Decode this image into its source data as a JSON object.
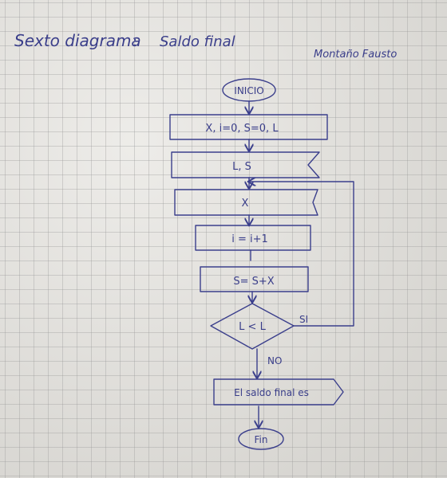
{
  "header": {
    "title": "Sexto diagrama",
    "separator": ":",
    "subtitle": "Saldo final",
    "author": "Montaño Fausto"
  },
  "flowchart": {
    "start": "INICIO",
    "init": "X, i=0, S=0, L",
    "read_input": "L, S",
    "read_x": "X",
    "increment": "i = i+1",
    "accumulate": "S= S+X",
    "condition": "L < L",
    "yes_label": "SI",
    "no_label": "NO",
    "output": "El saldo final es",
    "end": "Fin"
  },
  "colors": {
    "ink": "#3b3f8c",
    "paper": "#e4e2dd"
  }
}
